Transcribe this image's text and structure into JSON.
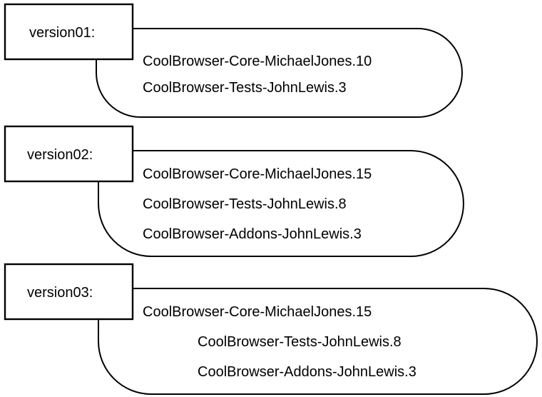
{
  "diagram": {
    "type": "version-package-grouping-diagram",
    "background_color": "#ffffff",
    "line_color": "#000000",
    "text_color": "#000000",
    "groups": [
      {
        "box_label": "version01:",
        "members": [
          {
            "text": "CoolBrowser-Core-MichaelJones.10",
            "indent": 0
          },
          {
            "text": "CoolBrowser-Tests-JohnLewis.3",
            "indent": 0
          }
        ]
      },
      {
        "box_label": "version02:",
        "members": [
          {
            "text": "CoolBrowser-Core-MichaelJones.15",
            "indent": 0
          },
          {
            "text": "CoolBrowser-Tests-JohnLewis.8",
            "indent": 0
          },
          {
            "text": "CoolBrowser-Addons-JohnLewis.3",
            "indent": 0
          }
        ]
      },
      {
        "box_label": "version03:",
        "members": [
          {
            "text": "CoolBrowser-Core-MichaelJones.15",
            "indent": 0
          },
          {
            "text": "CoolBrowser-Tests-JohnLewis.8",
            "indent": 77
          },
          {
            "text": "CoolBrowser-Addons-JohnLewis.3",
            "indent": 77
          }
        ]
      }
    ]
  }
}
